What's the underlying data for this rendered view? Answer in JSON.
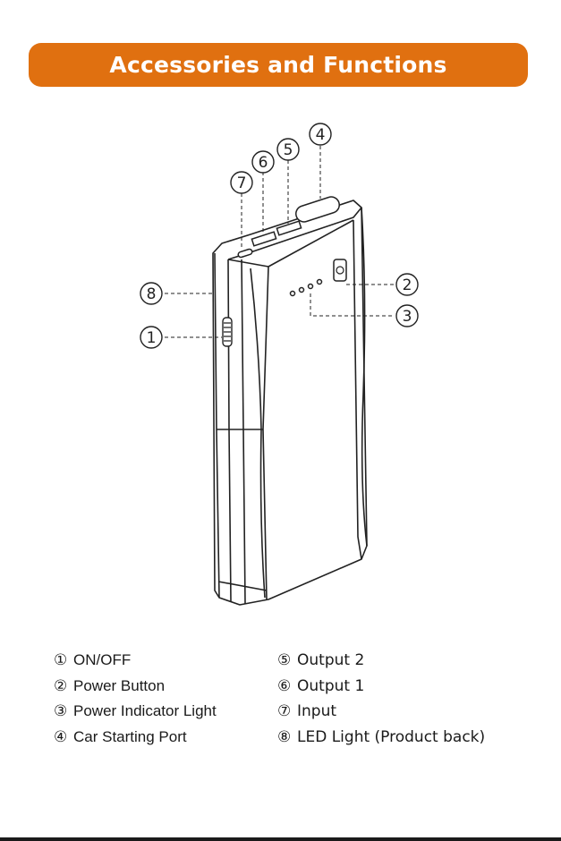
{
  "title": "Accessories and Functions",
  "colors": {
    "accent": "#e07010",
    "line": "#222222"
  },
  "callouts": [
    "①",
    "②",
    "③",
    "④",
    "⑤",
    "⑥",
    "⑦",
    "⑧"
  ],
  "legend_left": [
    {
      "mark": "①",
      "label": "ON/OFF"
    },
    {
      "mark": "②",
      "label": "Power Button"
    },
    {
      "mark": "③",
      "label": "Power Indicator Light"
    },
    {
      "mark": "④",
      "label": "Car Starting Port"
    }
  ],
  "legend_right": [
    {
      "mark": "⑤",
      "label": "Output 2"
    },
    {
      "mark": "⑥",
      "label": "Output 1"
    },
    {
      "mark": "⑦",
      "label": "Input"
    },
    {
      "mark": "⑧",
      "label": "LED Light (Product back)"
    }
  ]
}
